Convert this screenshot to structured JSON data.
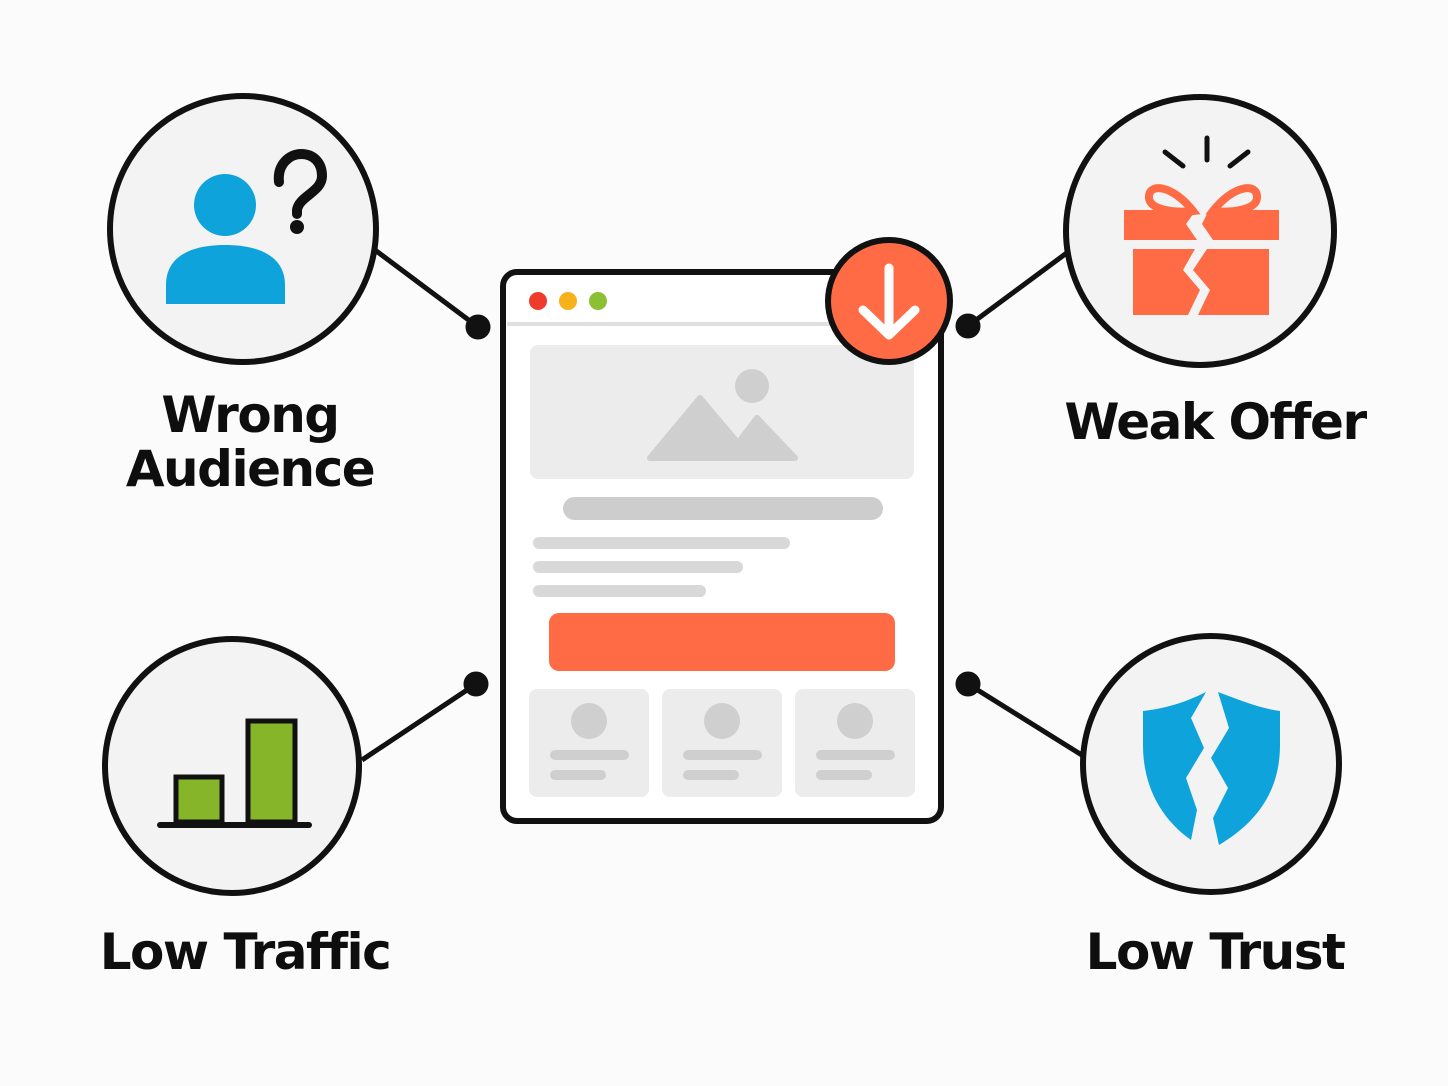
{
  "labels": {
    "wrong_audience": [
      "Wrong",
      "Audience"
    ],
    "weak_offer": "Weak Offer",
    "low_traffic": "Low Traffic",
    "low_trust": "Low Trust"
  },
  "icons": {
    "center": "landing-page-wireframe",
    "badge": "down-arrow-icon",
    "top_left": "user-question-icon",
    "top_right": "broken-gift-icon",
    "bottom_left": "bar-chart-icon",
    "bottom_right": "broken-shield-icon"
  },
  "colors": {
    "accent_orange": "#ff6b45",
    "blue": "#0fa3dc",
    "green": "#86b52a",
    "outline": "#111111",
    "wireframe_gray": "#d2d2d2",
    "circle_fill": "#f3f3f3"
  }
}
